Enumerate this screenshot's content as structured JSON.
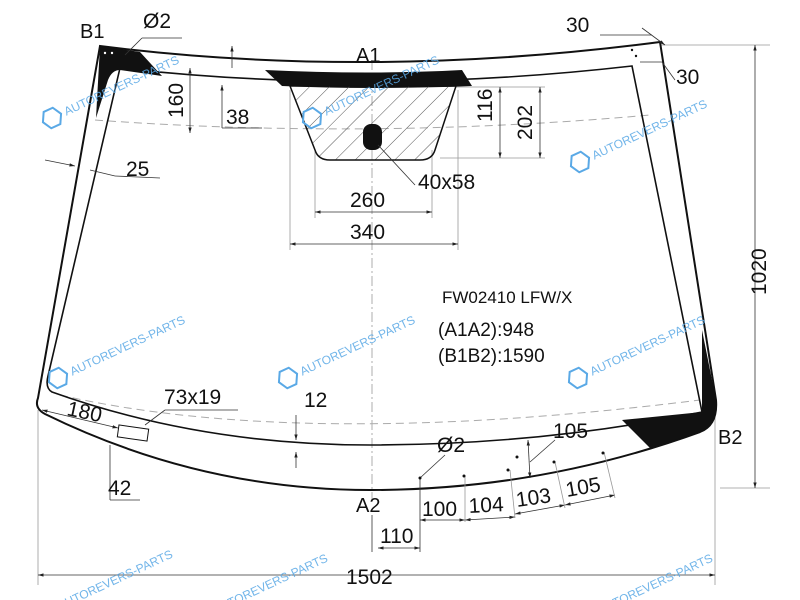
{
  "part": {
    "code": "FW02410 LFW/X",
    "a1a2": "(A1A2):948",
    "b1b2": "(B1B2):1590"
  },
  "points": {
    "b1": "B1",
    "a1": "A1",
    "a2": "A2",
    "b2": "B2"
  },
  "dimensions": {
    "hole_top": "Ø2",
    "hole_bottom": "Ø2",
    "d30_top": "30",
    "d30_right": "30",
    "d160": "160",
    "d38": "38",
    "d116": "116",
    "d202": "202",
    "d25": "25",
    "d40x58": "40x58",
    "d260": "260",
    "d340": "340",
    "d1020": "1020",
    "d180": "180",
    "d73x19": "73x19",
    "d12": "12",
    "d105_top": "105",
    "d42": "42",
    "d100": "100",
    "d104": "104",
    "d103": "103",
    "d105_bottom": "105",
    "d110": "110",
    "d1502": "1502"
  },
  "watermark": "AUTOREVERS-PARTS",
  "colors": {
    "watermark": "#5aa9e6",
    "print": "#111111"
  }
}
